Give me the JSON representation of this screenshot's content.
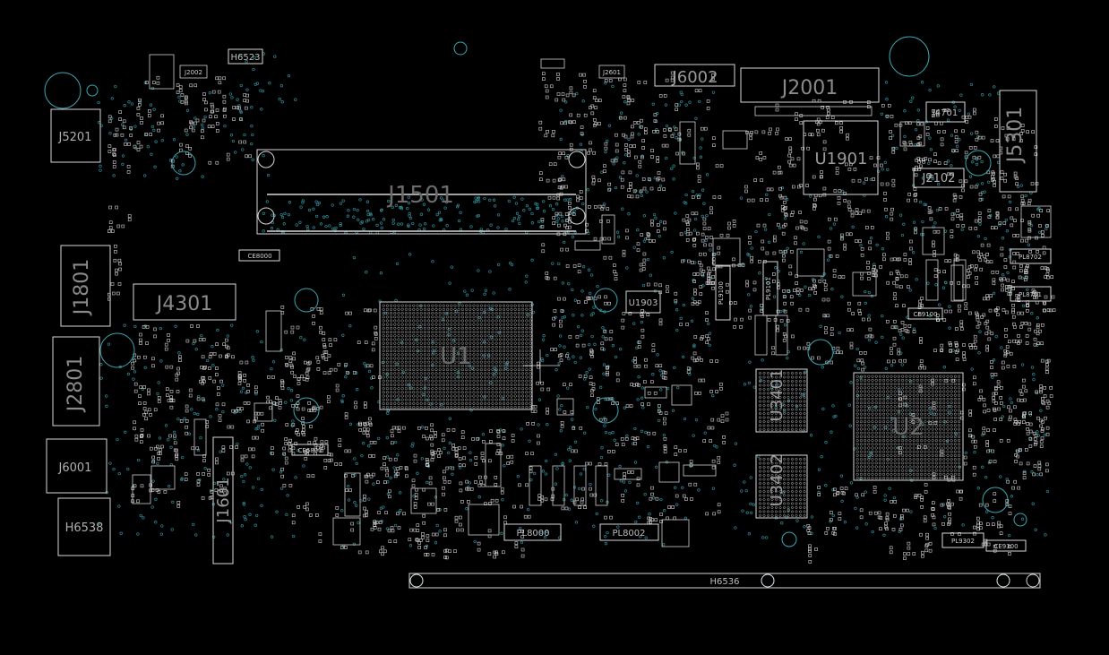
{
  "board": {
    "background": "#000000",
    "outline_color": "#d8d8d8",
    "via_color": "#2f8a96"
  },
  "labels": {
    "j1501": "J1501",
    "j2001": "J2001",
    "j6002": "J6002",
    "j5301": "J5301",
    "j5201": "J5201",
    "j4301": "J4301",
    "j1801": "J1801",
    "j2801": "J2801",
    "j6001": "J6001",
    "h6538": "H6538",
    "h6523": "H6523",
    "h6536": "H6536",
    "j1601": "J1601",
    "j2002": "J2002",
    "j2601": "J2601",
    "j4701": "J4701",
    "j2102": "J2102",
    "u1": "U1",
    "u2": "U2",
    "u1901": "U1901",
    "u1903": "U1903",
    "u3401": "U3401",
    "u3402": "U3402",
    "pl8000": "PL8000",
    "pl8002": "PL8002",
    "pl8702": "PL8702",
    "pl8701": "PL8701",
    "pl9302": "PL9302",
    "ce9300": "CE9300",
    "ce9100": "CE9100",
    "pl9100": "PL9100",
    "pl9101": "PL9101",
    "ce6800": "CE6800",
    "ce8000": "CE8000"
  }
}
